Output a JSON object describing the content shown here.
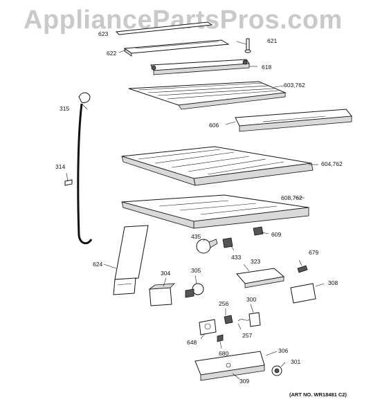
{
  "watermark": "AppliancePartsPros.com",
  "art_number": "(ART NO. WR18481 C2)",
  "callouts": {
    "p623": "623",
    "p621": "621",
    "p622": "622",
    "p618": "618",
    "p603": "603,762",
    "p315": "315",
    "p606": "606",
    "p314": "314",
    "p604": "604,762",
    "p608": "608,762",
    "p609": "609",
    "p435": "435",
    "p433": "433",
    "p624": "624",
    "p679": "679",
    "p323": "323",
    "p304": "304",
    "p305": "305",
    "p308": "308",
    "p256": "256",
    "p300": "300",
    "p648": "648",
    "p257": "257",
    "p680": "680",
    "p306": "306",
    "p301": "301",
    "p309": "309"
  }
}
